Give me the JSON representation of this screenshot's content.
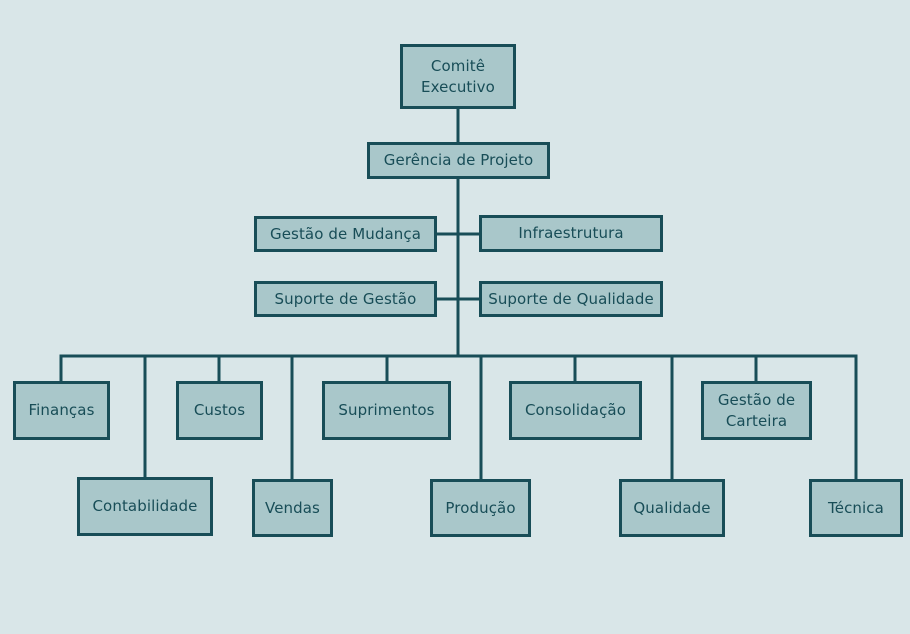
{
  "colors": {
    "background": "#d9e6e8",
    "box_fill": "#a9c7ca",
    "line": "#184d57",
    "text": "#184d57"
  },
  "nodes": {
    "comite_executivo": "Comitê\nExecutivo",
    "gerencia_projeto": "Gerência de Projeto",
    "gestao_mudanca": "Gestão de Mudança",
    "infraestrutura": "Infraestrutura",
    "suporte_gestao": "Suporte de Gestão",
    "suporte_qualidade": "Suporte de Qualidade",
    "financas": "Finanças",
    "contabilidade": "Contabilidade",
    "custos": "Custos",
    "vendas": "Vendas",
    "suprimentos": "Suprimentos",
    "producao": "Produção",
    "consolidacao": "Consolidação",
    "qualidade": "Qualidade",
    "gestao_carteira": "Gestão de\nCarteira",
    "tecnica": "Técnica"
  }
}
